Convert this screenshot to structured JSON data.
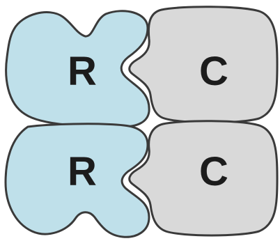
{
  "units": [
    {
      "regulatory": {
        "letter": "R",
        "color": "#bfe0ea"
      },
      "catalytic": {
        "letter": "C",
        "color": "#d9d9d9"
      }
    },
    {
      "regulatory": {
        "letter": "R",
        "color": "#bfe0ea"
      },
      "catalytic": {
        "letter": "C",
        "color": "#d9d9d9"
      }
    }
  ]
}
